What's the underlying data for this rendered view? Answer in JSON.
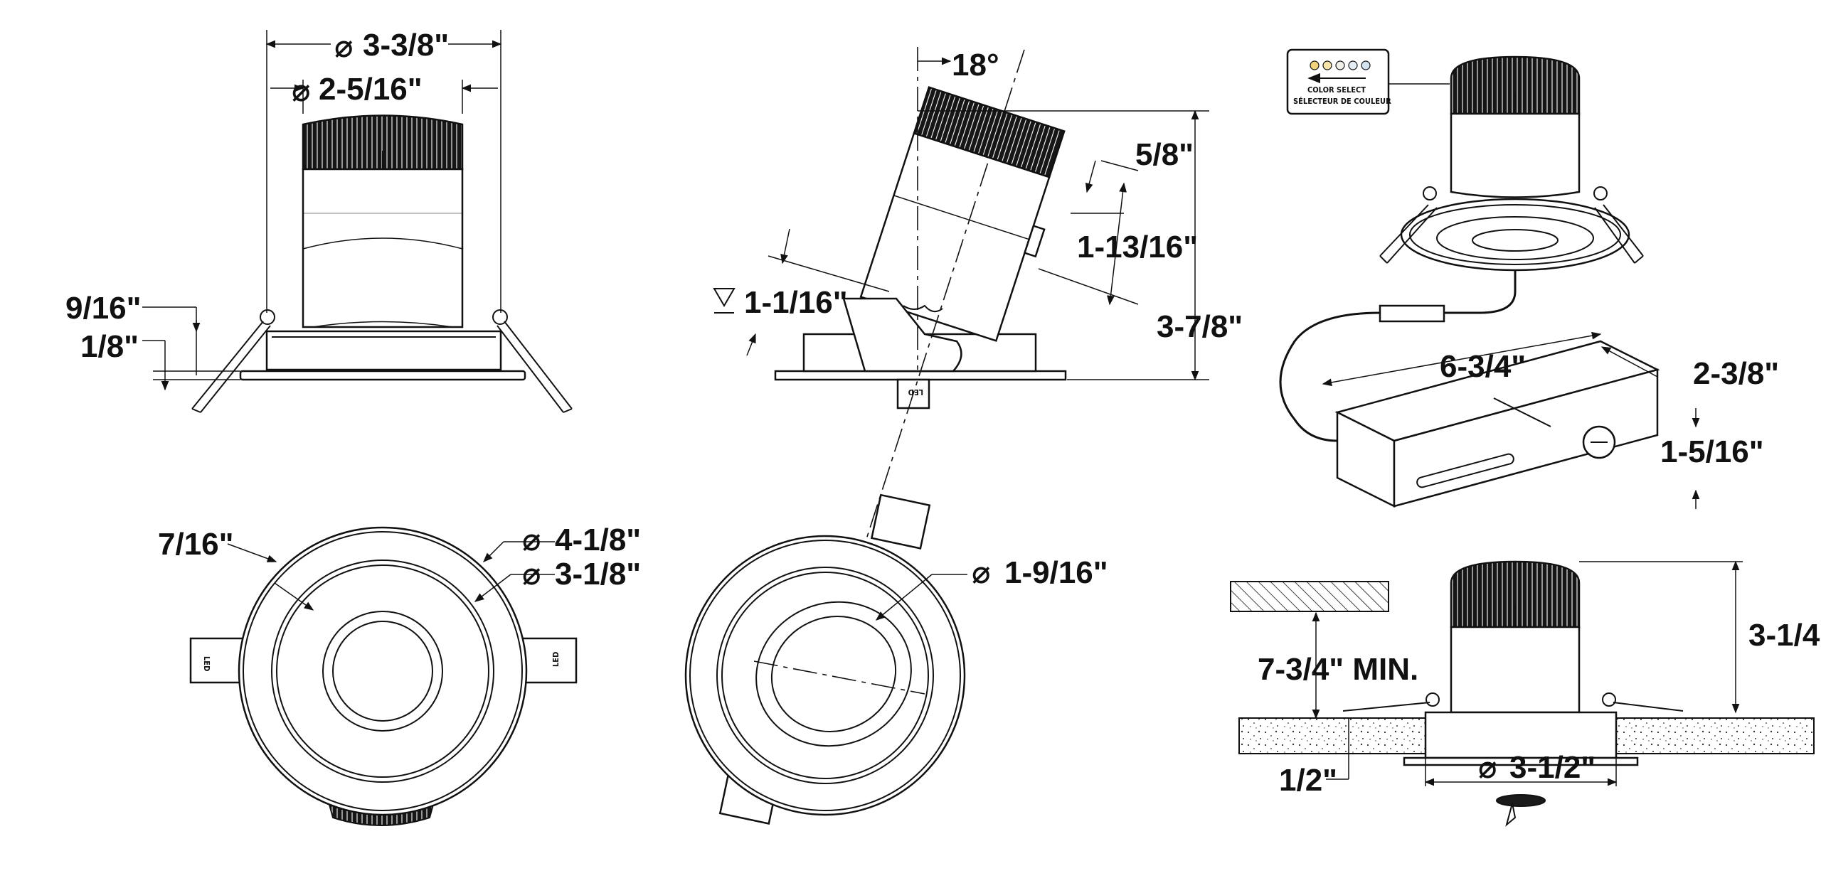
{
  "dimensions": {
    "d1": "3-3/8\"",
    "d2": "2-5/16\"",
    "d3": "9/16\"",
    "d4": "1/8\"",
    "d5": "18°",
    "d6": "5/8\"",
    "d7": "1-13/16\"",
    "d8": "1-1/16\"",
    "d9": "3-7/8\"",
    "d10": "7/16\"",
    "d11": "4-1/8\"",
    "d12": "3-1/8\"",
    "d13": "1-9/16\"",
    "d14": "6-3/4\"",
    "d15": "2-3/8\"",
    "d16": "1-5/16\"",
    "d17": "3-1/4\"",
    "d18": "7-3/4\" MIN.",
    "d19": "1/2\"",
    "d20": "3-1/2\""
  },
  "color_select": {
    "line1": "COLOR SELECT",
    "line2": "SÉLECTEUR DE COULEUR"
  },
  "marking": "LED",
  "colors": {
    "ink": "#111111",
    "swatch_warm": "#f2d27a",
    "swatch_neutral": "#f0efe8",
    "swatch_cool": "#e4ecf4"
  }
}
